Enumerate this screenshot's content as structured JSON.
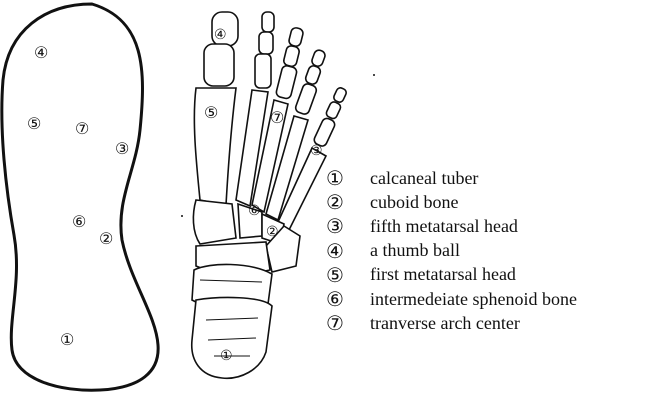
{
  "markers": {
    "m1": "①",
    "m2": "②",
    "m3": "③",
    "m4": "④",
    "m5": "⑤",
    "m6": "⑥",
    "m7": "⑦"
  },
  "legend": [
    {
      "num": "①",
      "label": "calcaneal tuber"
    },
    {
      "num": "②",
      "label": "cuboid bone"
    },
    {
      "num": "③",
      "label": "fifth metatarsal head"
    },
    {
      "num": "④",
      "label": "a thumb ball"
    },
    {
      "num": "⑤",
      "label": "first metatarsal head"
    },
    {
      "num": "⑥",
      "label": "intermedeiate sphenoid bone"
    },
    {
      "num": "⑦",
      "label": "tranverse arch center"
    }
  ],
  "colors": {
    "ink": "#111111",
    "background": "#ffffff"
  }
}
